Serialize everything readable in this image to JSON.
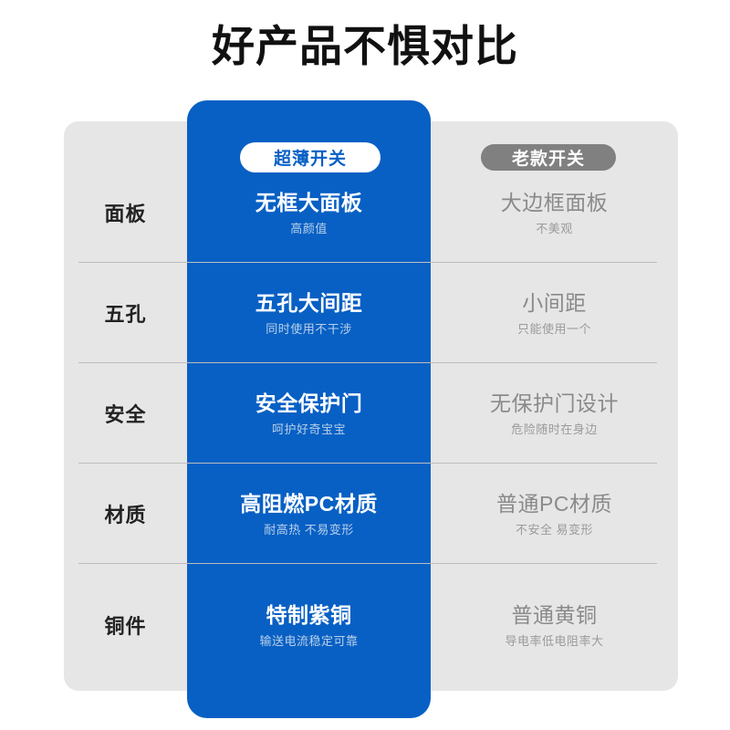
{
  "title": "好产品不惧对比",
  "colors": {
    "accent_blue": "#0860c4",
    "card_gray": "#e6e6e6",
    "badge_gray": "#808080",
    "divider": "#bdbdbd",
    "title_text": "#111111",
    "old_text": "#8a8a8a",
    "new_sub_text": "#b9d0ea"
  },
  "columns": {
    "new_label": "超薄开关",
    "old_label": "老款开关"
  },
  "rows": [
    {
      "label": "面板",
      "new_main": "无框大面板",
      "new_sub": "高颜值",
      "old_main": "大边框面板",
      "old_sub": "不美观"
    },
    {
      "label": "五孔",
      "new_main": "五孔大间距",
      "new_sub": "同时使用不干涉",
      "old_main": "小间距",
      "old_sub": "只能使用一个"
    },
    {
      "label": "安全",
      "new_main": "安全保护门",
      "new_sub": "呵护好奇宝宝",
      "old_main": "无保护门设计",
      "old_sub": "危险随时在身边"
    },
    {
      "label": "材质",
      "new_main": "高阻燃PC材质",
      "new_sub": "耐高热 不易变形",
      "old_main": "普通PC材质",
      "old_sub": "不安全 易变形"
    },
    {
      "label": "铜件",
      "new_main": "特制紫铜",
      "new_sub": "输送电流稳定可靠",
      "old_main": "普通黄铜",
      "old_sub": "导电率低电阻率大"
    }
  ]
}
